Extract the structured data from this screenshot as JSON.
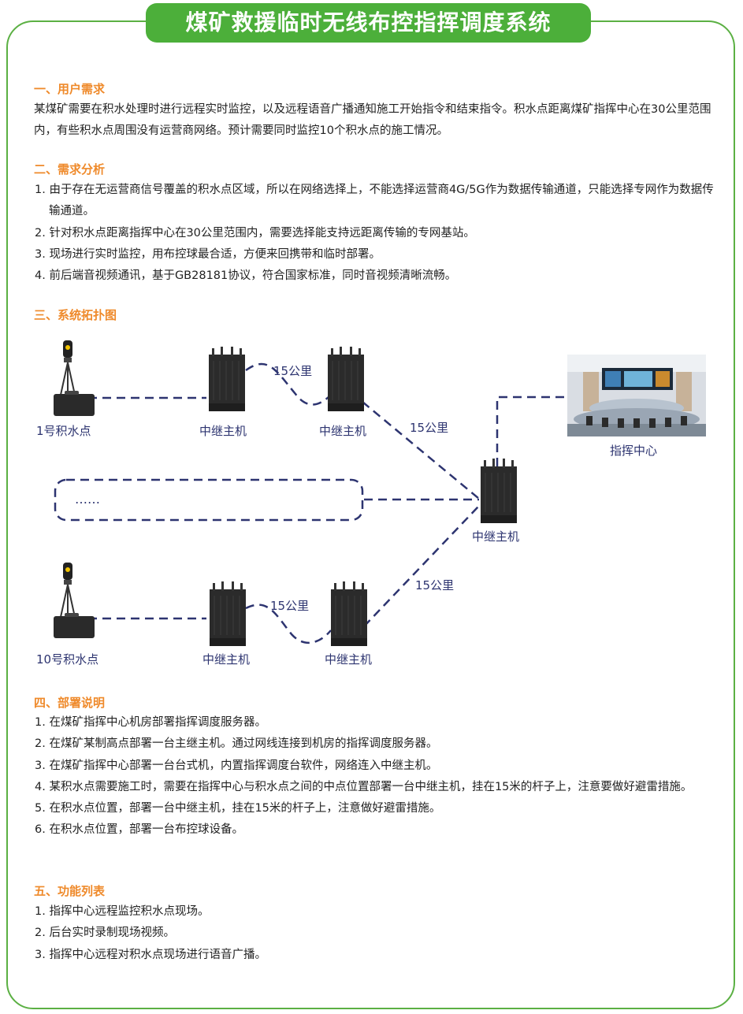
{
  "title": "煤矿救援临时无线布控指挥调度系统",
  "sections": {
    "s1": {
      "heading": "一、用户需求",
      "text": "某煤矿需要在积水处理时进行远程实时监控，以及远程语音广播通知施工开始指令和结束指令。积水点距离煤矿指挥中心在30公里范围内，有些积水点周围没有运营商网络。预计需要同时监控10个积水点的施工情况。"
    },
    "s2": {
      "heading": "二、需求分析",
      "items": [
        "1. 由于存在无运营商信号覆盖的积水点区域，所以在网络选择上，不能选择运营商4G/5G作为数据传输通道，只能选择专网作为数据传输通道。",
        "2. 针对积水点距离指挥中心在30公里范围内，需要选择能支持远距离传输的专网基站。",
        "3. 现场进行实时监控，用布控球最合适，方便来回携带和临时部署。",
        "4. 前后端音视频通讯，基于GB28181协议，符合国家标准，同时音视频清晰流畅。"
      ]
    },
    "s3": {
      "heading": "三、系统拓扑图"
    },
    "s4": {
      "heading": "四、部署说明",
      "items": [
        "1. 在煤矿指挥中心机房部署指挥调度服务器。",
        "2. 在煤矿某制高点部署一台主继主机。通过网线连接到机房的指挥调度服务器。",
        "3. 在煤矿指挥中心部署一台台式机，内置指挥调度台软件，网络连入中继主机。",
        "4. 某积水点需要施工时，需要在指挥中心与积水点之间的中点位置部署一台中继主机，挂在15米的杆子上，注意要做好避雷措施。",
        "5. 在积水点位置，部署一台中继主机，挂在15米的杆子上，注意做好避雷措施。",
        "6. 在积水点位置，部署一台布控球设备。"
      ]
    },
    "s5": {
      "heading": "五、功能列表",
      "items": [
        "1. 指挥中心远程监控积水点现场。",
        "2. 后台实时录制现场视频。",
        "3. 指挥中心远程对积水点现场进行语音广播。"
      ]
    }
  },
  "diagram": {
    "point1": "1号积水点",
    "point10": "10号积水点",
    "relay": "中继主机",
    "center": "指挥中心",
    "ellipsis": "……",
    "dist": "15公里"
  },
  "colors": {
    "accent_green": "#4caf3a",
    "heading_orange": "#ef8a2b",
    "line_navy": "#2d3470"
  }
}
